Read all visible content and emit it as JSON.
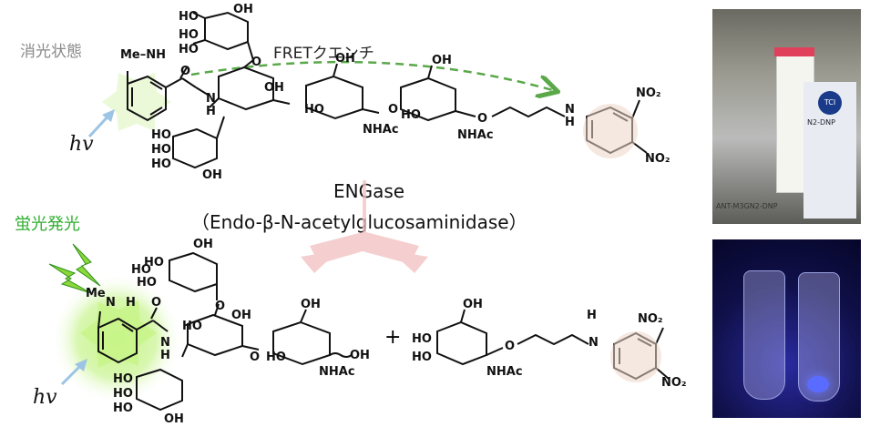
{
  "labels": {
    "quenched_state": "消光状態",
    "fluorescent_state": "蛍光発光",
    "fret_quench": "FRETクエンチ",
    "enzyme_abbr": "ENGase",
    "enzyme_full": "（Endo-β-N-acetylglucosaminidase）",
    "hv_top": "hv",
    "hv_bottom": "hv",
    "plus": "+"
  },
  "atoms": {
    "me_nh_top": "Me–NH",
    "me_nh_bottom": "Me–N·H",
    "nh": "N H",
    "nhac": "NHAc",
    "oh": "OH",
    "ho": "HO",
    "no2": "NO₂",
    "o": "O",
    "h": "H"
  },
  "photos": {
    "vial_label_brand": "TCI",
    "vial_label_code": "ANT-M3GN2-DNP",
    "vial_label_side": "N2-DNP"
  },
  "colors": {
    "quench_label": "#8a8a8a",
    "fluor_label": "#2fae2f",
    "fret_arrow": "#5aa84a",
    "reaction_arrow": "#f0b8b8",
    "fluor_glow": "#b6f07a",
    "dnp_highlight": "#ecd6c8",
    "light_arrow": "#9cc4e4"
  }
}
